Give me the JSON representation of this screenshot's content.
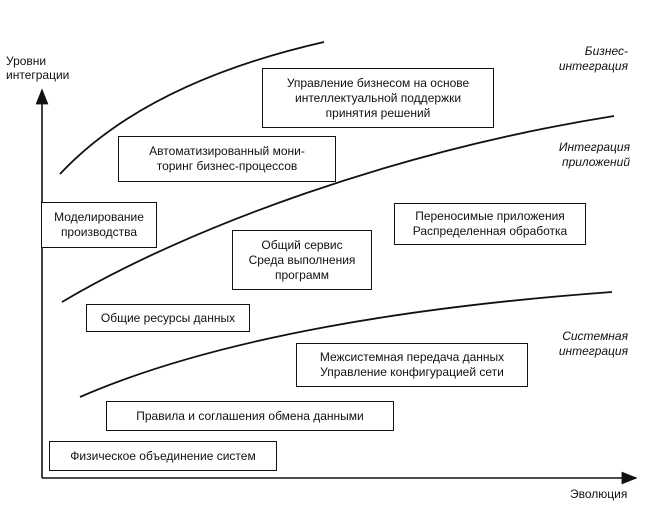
{
  "axes": {
    "y_label": [
      "Уровни",
      "интеграции"
    ],
    "x_label": "Эволюция"
  },
  "levels": [
    {
      "lines": [
        "Бизнес-",
        "интеграция"
      ]
    },
    {
      "lines": [
        "Интеграция",
        "приложений"
      ]
    },
    {
      "lines": [
        "Системная",
        "интеграция"
      ]
    }
  ],
  "boxes": [
    {
      "lines": [
        "Управление бизнесом на основе",
        "интеллектуальной поддержки",
        "принятия решений"
      ]
    },
    {
      "lines": [
        "Автоматизированный мони-",
        "торинг бизнес-процессов"
      ]
    },
    {
      "lines": [
        "Моделирование",
        "производства"
      ]
    },
    {
      "lines": [
        "Переносимые приложения",
        "Распределенная обработка"
      ]
    },
    {
      "lines": [
        "Общий сервис",
        "Среда выполнения",
        "программ"
      ]
    },
    {
      "lines": [
        "Общие ресурсы данных"
      ]
    },
    {
      "lines": [
        "Межсистемная передача данных",
        "Управление конфигурацией сети"
      ]
    },
    {
      "lines": [
        "Правила и соглашения обмена данными"
      ]
    },
    {
      "lines": [
        "Физическое объединение систем"
      ]
    }
  ]
}
